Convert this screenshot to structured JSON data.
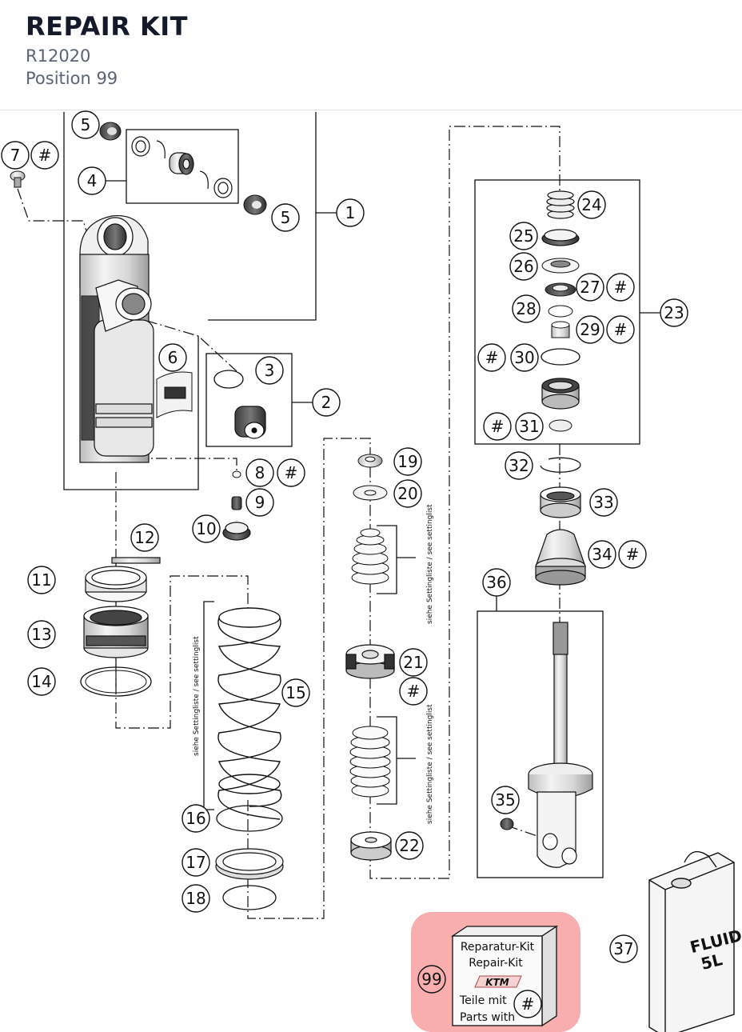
{
  "header": {
    "title": "REPAIR KIT",
    "part_number": "R12020",
    "position": "Position 99"
  },
  "diagram": {
    "callouts": [
      "1",
      "2",
      "3",
      "4",
      "5",
      "5",
      "6",
      "7",
      "#",
      "8",
      "#",
      "9",
      "10",
      "11",
      "12",
      "13",
      "14",
      "15",
      "16",
      "17",
      "18",
      "19",
      "20",
      "21",
      "#",
      "22",
      "23",
      "24",
      "25",
      "26",
      "27",
      "#",
      "28",
      "29",
      "#",
      "#",
      "30",
      "#",
      "31",
      "32",
      "33",
      "34",
      "#",
      "35",
      "36",
      "37",
      "99",
      "#"
    ],
    "setting_list_label": "siehe Settingliste / see settinglist",
    "fluid_can": {
      "line1": "FLUID",
      "line2": "5L"
    },
    "kit_box": {
      "line1": "Reparatur-Kit",
      "line2": "Repair-Kit",
      "brand": "KTM",
      "line3": "Teile mit",
      "line4": "Parts with"
    },
    "highlight_color": "#f7a5a5"
  }
}
